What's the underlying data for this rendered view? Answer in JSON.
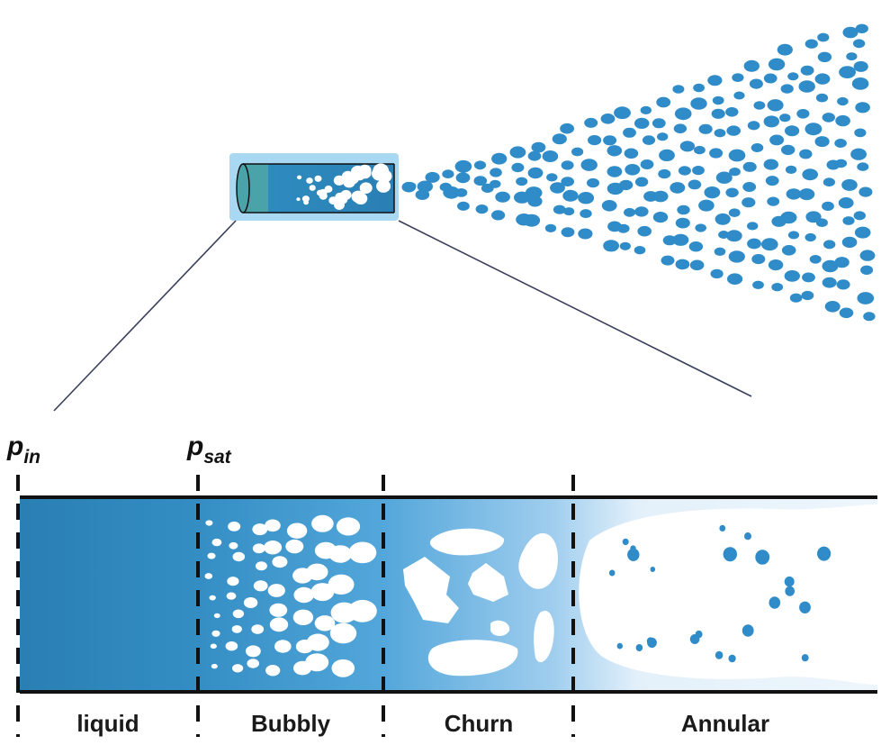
{
  "pressure_labels": {
    "inlet": {
      "symbol": "p",
      "subscript": "in"
    },
    "saturation": {
      "symbol": "p",
      "subscript": "sat"
    }
  },
  "regions": [
    {
      "id": "liquid",
      "label": "liquid"
    },
    {
      "id": "bubbly",
      "label": "Bubbly"
    },
    {
      "id": "churn",
      "label": "Churn"
    },
    {
      "id": "annular",
      "label": "Annular"
    }
  ],
  "colors": {
    "liquid_dark": "#2a7fb3",
    "liquid_mid": "#3a93cc",
    "liquid_light": "#7cbde6",
    "pale_blue": "#e6f2fb",
    "nozzle_glow": "#a9d8f2",
    "nozzle_cap": "#4aa3a8",
    "droplet": "#2f8cc8",
    "outline": "#111111",
    "zoom_line": "#3a3f5c"
  },
  "icons": {
    "nozzle": "nozzle-icon",
    "spray": "spray-plume-icon"
  }
}
